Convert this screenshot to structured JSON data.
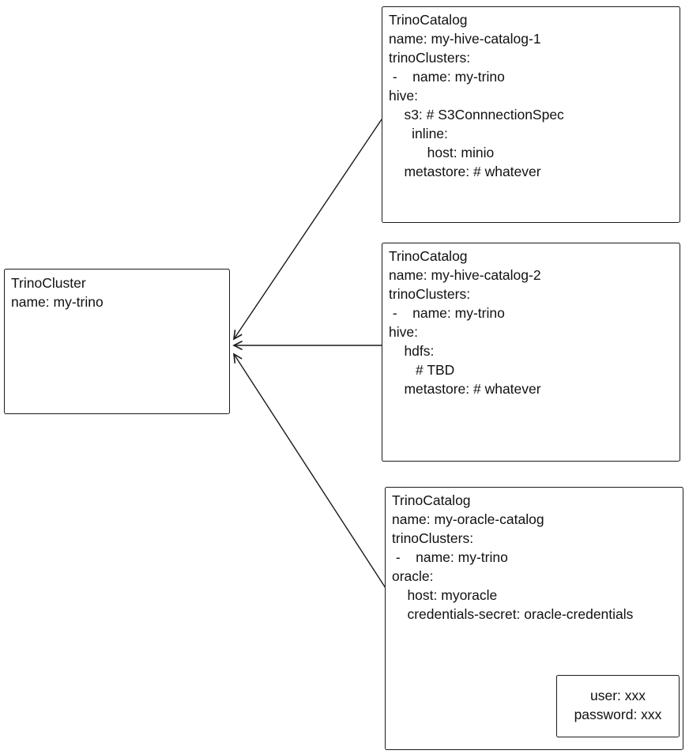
{
  "colors": {
    "ink": "#1a1a1a",
    "background": "#ffffff"
  },
  "cluster": {
    "title": "TrinoCluster",
    "lines": [
      "name: my-trino"
    ]
  },
  "catalogs": [
    {
      "title": "TrinoCatalog",
      "lines": [
        "name: my-hive-catalog-1",
        "trinoClusters:",
        " -    name: my-trino",
        "hive:",
        "    s3: # S3ConnnectionSpec",
        "      inline:",
        "          host: minio",
        "    metastore: # whatever"
      ]
    },
    {
      "title": "TrinoCatalog",
      "lines": [
        "name: my-hive-catalog-2",
        "trinoClusters:",
        " -    name: my-trino",
        "hive:",
        "    hdfs:",
        "       # TBD",
        "    metastore: # whatever"
      ]
    },
    {
      "title": "TrinoCatalog",
      "lines": [
        "name: my-oracle-catalog",
        "trinoClusters:",
        " -    name: my-trino",
        "oracle:",
        "    host: myoracle",
        "    credentials-secret: oracle-credentials"
      ]
    }
  ],
  "secret": {
    "lines": [
      "user: xxx",
      "password: xxx"
    ]
  }
}
